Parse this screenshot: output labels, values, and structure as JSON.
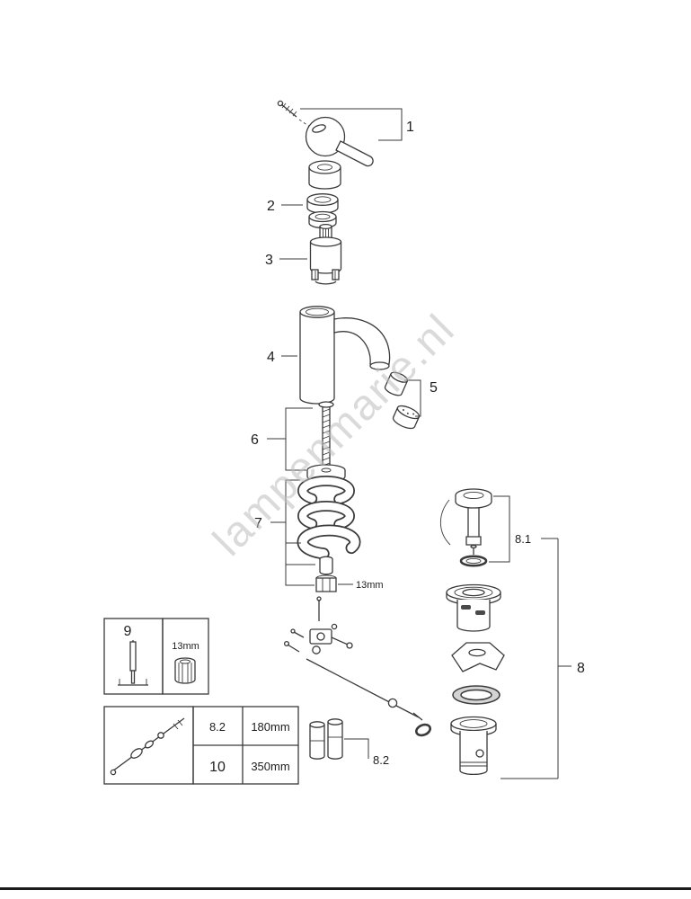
{
  "watermark": {
    "text": "lampenmarie.nl"
  },
  "callouts": {
    "handle": "1",
    "escutcheon": "2",
    "cartridge": "3",
    "body": "4",
    "aerator": "5",
    "stud": "6",
    "clamp": "7",
    "waste_set": "8",
    "plug_set": "8.1",
    "rod_set": "8.2",
    "nut_size": "13mm"
  },
  "toolbox": {
    "tool9_label": "9",
    "nut_size": "13mm",
    "size_table": {
      "rows": [
        {
          "part": "8.2",
          "length": "180mm"
        },
        {
          "part": "10",
          "length": "350mm"
        }
      ]
    }
  },
  "colors": {
    "line": "#3a3a3a",
    "watermark": "#bdbdbd",
    "background": "#ffffff",
    "footer_rule": "#1c1c1c"
  }
}
